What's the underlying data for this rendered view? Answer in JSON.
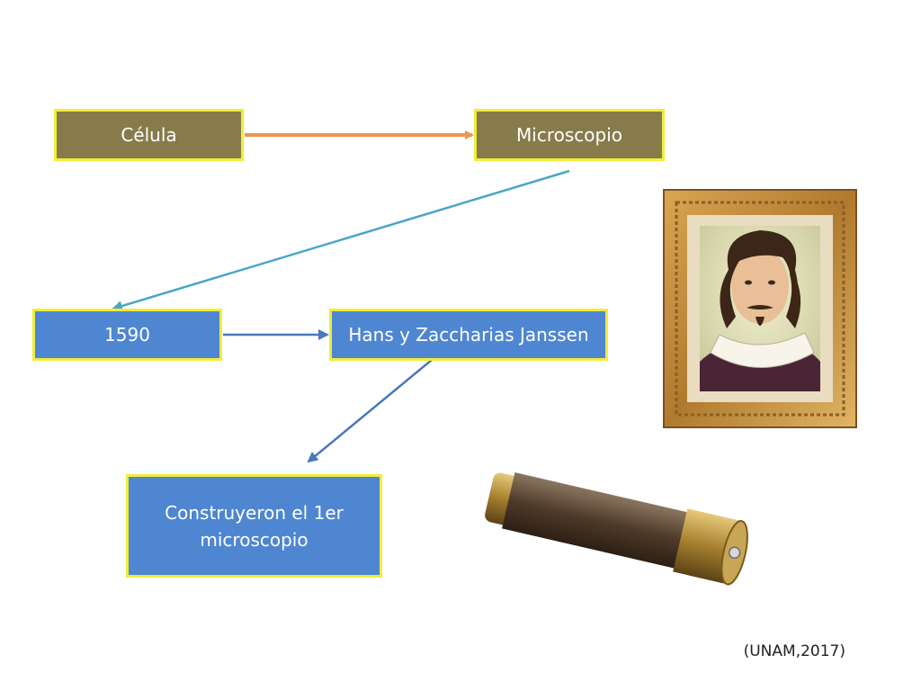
{
  "nodes": {
    "celula": "Célula",
    "microscopio": "Microscopio",
    "year": "1590",
    "inventors": "Hans y Zaccharias Janssen",
    "built_line1": "Construyeron el 1er",
    "built_line2": "microscopio"
  },
  "citation": "(UNAM,2017)",
  "colors": {
    "olive_box": "#877b4b",
    "blue_box": "#4f86d1",
    "box_border": "#f2ec3a",
    "arrow_orange": "#f0944f",
    "arrow_teal": "#4aa6c7",
    "arrow_blue": "#4a78bd"
  },
  "images": {
    "portrait": "framed-portrait-image",
    "telescope": "brass-microscope-image"
  }
}
